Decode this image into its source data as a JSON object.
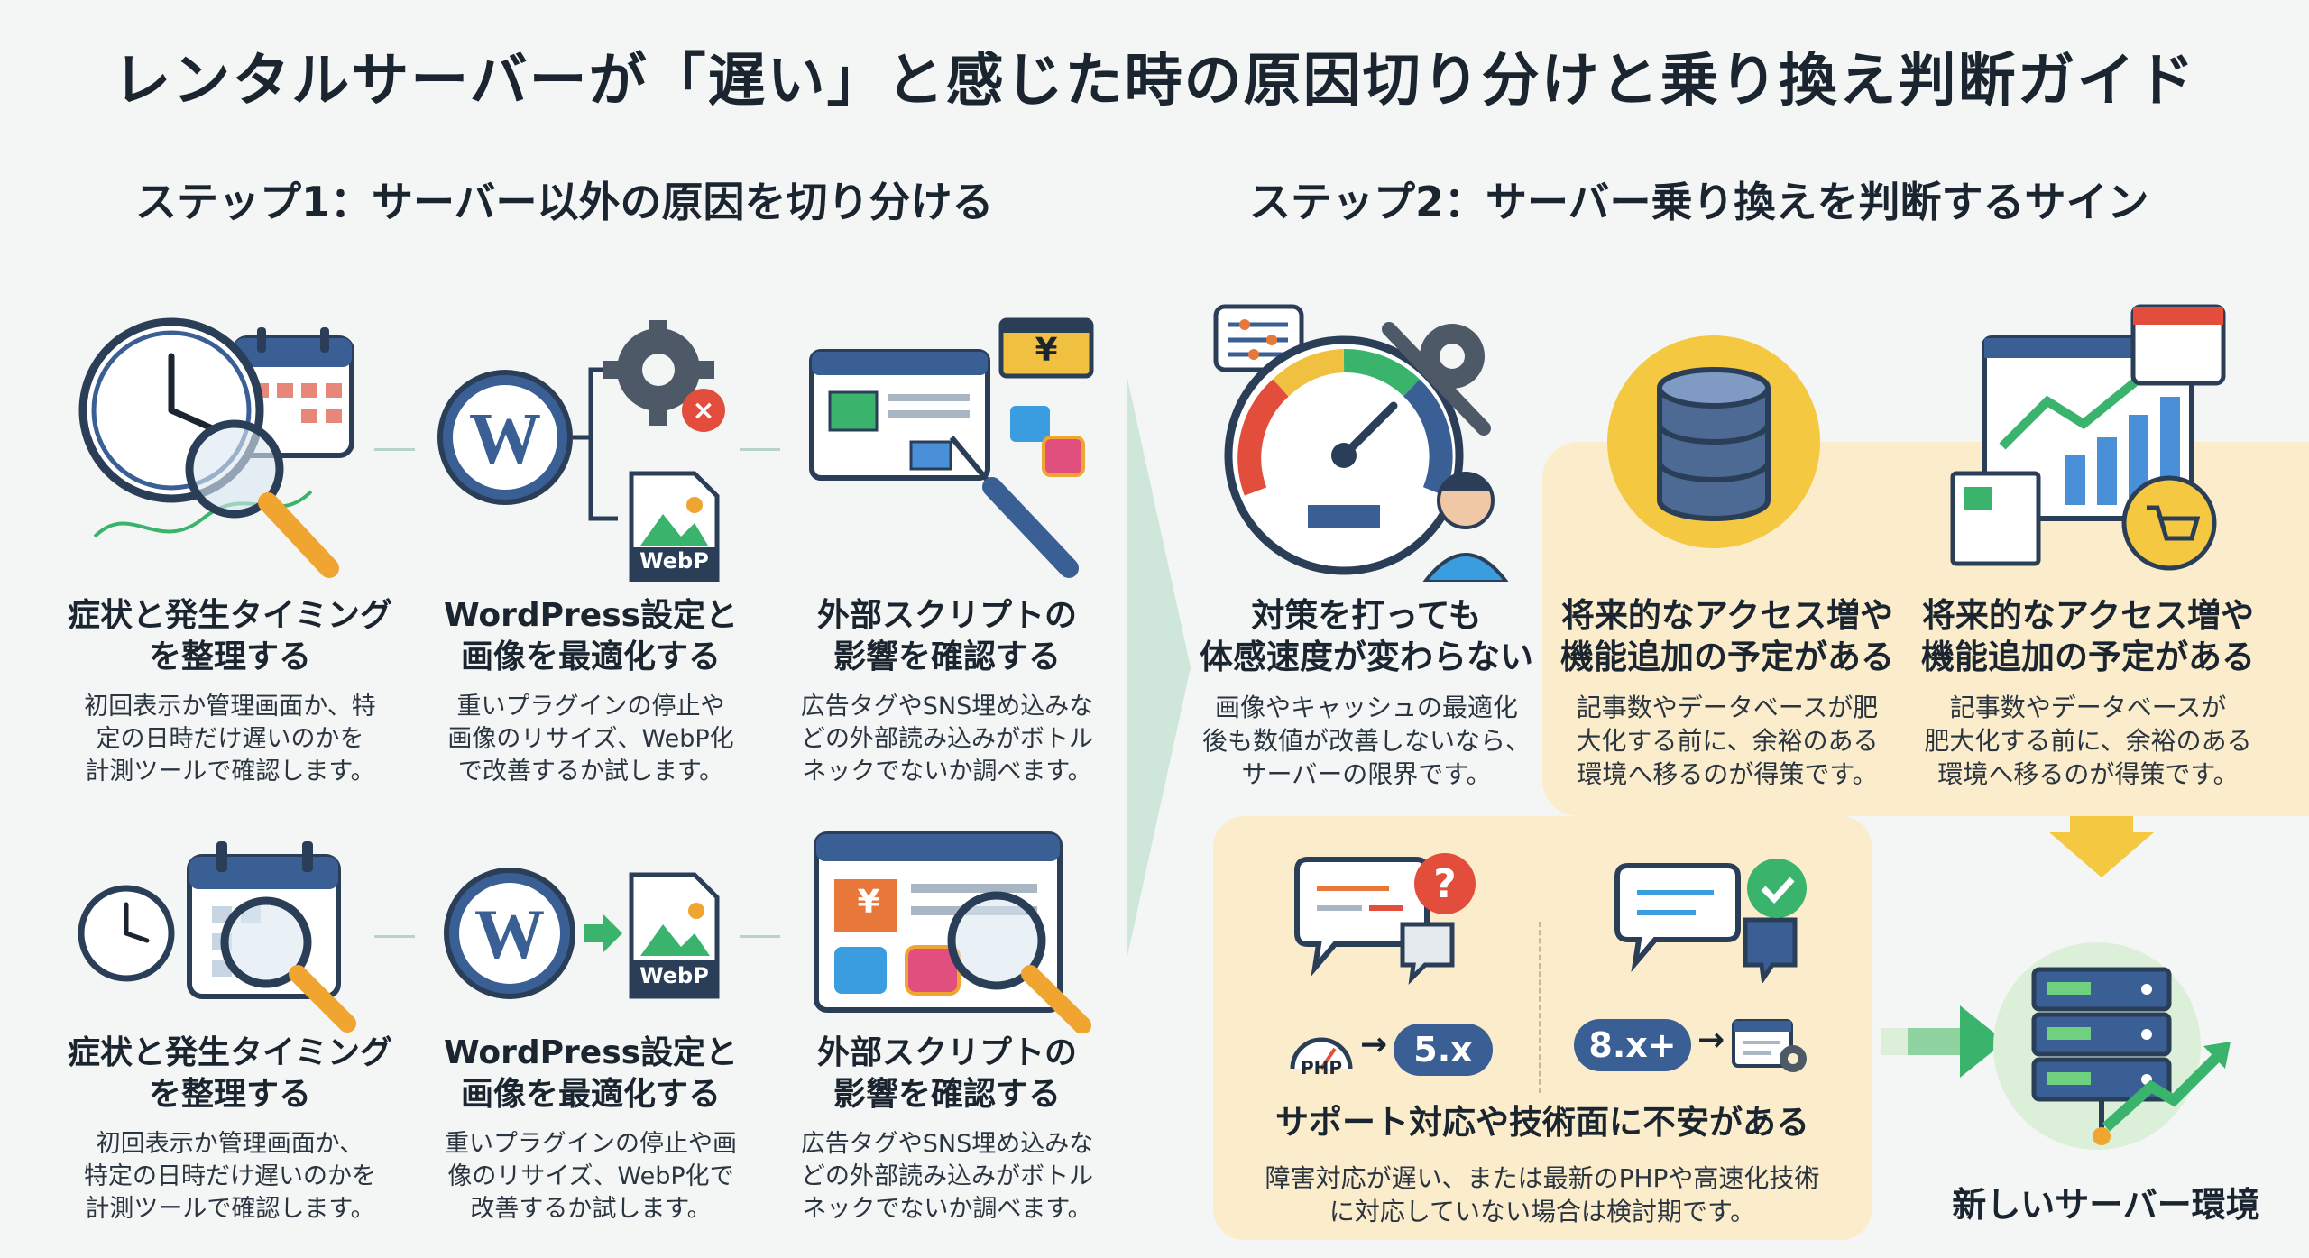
{
  "title": "レンタルサーバーが「遅い」と感じた時の原因切り分けと乗り換え判断ガイド",
  "step1": {
    "heading": "ステップ1：サーバー以外の原因を切り分ける",
    "row1": [
      {
        "title_l1": "症状と発生タイミング",
        "title_l2": "を整理する",
        "body_l1": "初回表示か管理画面か、特",
        "body_l2": "定の日時だけ遅いのかを",
        "body_l3": "計測ツールで確認します。"
      },
      {
        "title_l1": "WordPress設定と",
        "title_l2": "画像を最適化する",
        "body_l1": "重いプラグインの停止や",
        "body_l2": "画像のリサイズ、WebP化",
        "body_l3": "で改善するか試します。"
      },
      {
        "title_l1": "外部スクリプトの",
        "title_l2": "影響を確認する",
        "body_l1": "広告タグやSNS埋め込みな",
        "body_l2": "どの外部読み込みがボトル",
        "body_l3": "ネックでないか調べます。"
      }
    ],
    "row2": [
      {
        "title_l1": "症状と発生タイミング",
        "title_l2": "を整理する",
        "body_l1": "初回表示か管理画面か、",
        "body_l2": "特定の日時だけ遅いのかを",
        "body_l3": "計測ツールで確認します。"
      },
      {
        "title_l1": "WordPress設定と",
        "title_l2": "画像を最適化する",
        "body_l1": "重いプラグインの停止や画",
        "body_l2": "像のリサイズ、WebP化で",
        "body_l3": "改善するか試します。"
      },
      {
        "title_l1": "外部スクリプトの",
        "title_l2": "影響を確認する",
        "body_l1": "広告タグやSNS埋め込みな",
        "body_l2": "どの外部読み込みがボトル",
        "body_l3": "ネックでないか調べます。"
      }
    ],
    "webp_label": "WebP",
    "yen": "¥"
  },
  "step2": {
    "heading": "ステップ2：サーバー乗り換えを判断するサイン",
    "sign1": {
      "title_l1": "対策を打っても",
      "title_l2": "体感速度が変わらない",
      "body_l1": "画像やキャッシュの最適化",
      "body_l2": "後も数値が改善しないなら、",
      "body_l3": "サーバーの限界です。"
    },
    "sign2": {
      "title_l1": "将来的なアクセス増や",
      "title_l2": "機能追加の予定がある",
      "body_l1": "記事数やデータベースが肥",
      "body_l2": "大化する前に、余裕のある",
      "body_l3": "環境へ移るのが得策です。"
    },
    "sign3": {
      "title_l1": "将来的なアクセス増や",
      "title_l2": "機能追加の予定がある",
      "body_l1": "記事数やデータベースが",
      "body_l2": "肥大化する前に、余裕のある",
      "body_l3": "環境へ移るのが得策です。"
    },
    "sign4": {
      "title": "サポート対応や技術面に不安がある",
      "body_l1": "障害対応が遅い、または最新のPHPや高速化技術",
      "body_l2": "に対応していない場合は検討期です。"
    },
    "php_label": "PHP",
    "old_version": "5.x",
    "new_version": "8.x+",
    "arrow": "→",
    "goal": "新しいサーバー環境"
  },
  "colors": {
    "accent_green": "#3ab36c",
    "panel": "#fbeccc",
    "blue": "#3a5f95",
    "orange": "#f0a530"
  }
}
